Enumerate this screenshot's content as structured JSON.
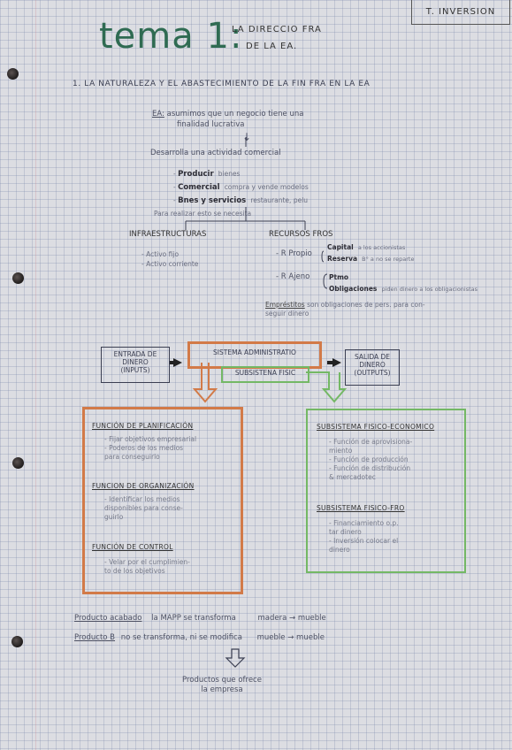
{
  "header": {
    "box_label": "T. INVERSION"
  },
  "title": {
    "main": "tema 1",
    "colon": ":",
    "sub_line1": "LA DIRECCIO FRA",
    "sub_line2": "DE LA EA."
  },
  "section1": {
    "heading": "1. LA NATURALEZA Y EL ABASTECIMIENTO DE LA FIN FRA EN LA EA"
  },
  "intro": {
    "ea_label": "EA:",
    "line1": "asumimos que un negocio tiene una",
    "line2": "finalidad lucrativa",
    "arrow": "↓",
    "develops": "Desarrolla una actividad comercial",
    "items": [
      {
        "bold": "Producir",
        "rest": "bienes"
      },
      {
        "bold": "Comercial",
        "rest": "compra y vende modelos"
      },
      {
        "bold": "Bnes y servicios",
        "rest": "restaurante, pelu"
      },
      {
        "bold": "",
        "rest": "Para realizar esto se necesita"
      }
    ]
  },
  "infra": {
    "heading": "INFRAESTRUCTURAS",
    "items": [
      "- Activo fijo",
      "- Activo corriente"
    ]
  },
  "recursos": {
    "heading": "RECURSOS FROS",
    "propio_label": "- R Propio",
    "propio_items": [
      {
        "bold": "Capital",
        "rest": "a los accionistas"
      },
      {
        "bold": "Reserva",
        "rest": "B° a no se reparte"
      }
    ],
    "ajeno_label": "- R Ajeno",
    "ajeno_items": [
      {
        "bold": "Ptmo",
        "rest": ""
      },
      {
        "bold": "Obligaciones",
        "rest": "piden dinero a los obligacionistas"
      }
    ],
    "note_u": "Empréstitos",
    "note_line1": "son obligaciones de pers. para con-",
    "note_line2": "seguir dinero"
  },
  "system": {
    "input_box": [
      "ENTRADA DE",
      "DINERO",
      "(INPUTS)"
    ],
    "admin_box": "SISTEMA ADMINISTRATIO",
    "subsystem_box": "SUBSISTENA FISIC",
    "output_box": [
      "SALIDA DE",
      "DINERO",
      "(OUTPUTS)"
    ]
  },
  "admin_functions": [
    {
      "heading": "FUNCIÓN DE PLANIFICACIÓN",
      "items": [
        "- Fijar objetivos empresarial",
        "- Poderos de los medios",
        "  para conseguirlo"
      ]
    },
    {
      "heading": "FUNCION DE ORGANIZACIÓN",
      "items": [
        "- Identificar los medios",
        "  disponibles para conse-",
        "  guirlo"
      ]
    },
    {
      "heading": "FUNCIÓN DE CONTROL",
      "items": [
        "- Velar por el cumplimien-",
        "  to de los objetivos"
      ]
    }
  ],
  "physical_subsystems": [
    {
      "heading": "SUBSISTEMA FISICO-ECONOMICO",
      "items": [
        "- Función de aprovisiona-",
        "  miento",
        "- Función de producción",
        "- Función de distribución",
        "  & mercadotec"
      ]
    },
    {
      "heading": "SUBSISTEMA FISICO-FRO",
      "items": [
        "- Financiamiento o.p.",
        "  tar dinero",
        "- Inversión colocar el",
        "  dinero"
      ]
    }
  ],
  "products": [
    {
      "label": "Producto acabado",
      "text": "la MAPP se transforma",
      "example": "madera → mueble"
    },
    {
      "label": "Producto B",
      "text": "no se transforma, ni se modifica",
      "example": "mueble → mueble"
    }
  ],
  "conclusion": {
    "arrow": "⇩",
    "line1": "Productos que ofrece",
    "line2": "la empresa"
  },
  "colors": {
    "green_title": "#2f6b52",
    "orange": "#d27a48",
    "green": "#74b865",
    "ink": "#3b3f52"
  }
}
